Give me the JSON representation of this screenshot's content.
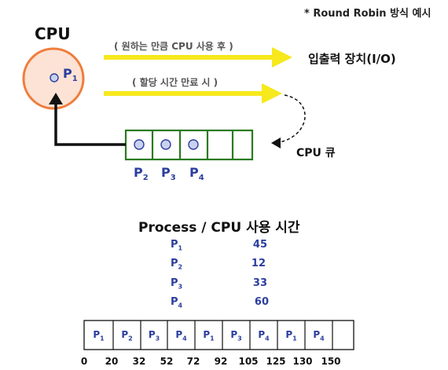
{
  "note": "* Round Robin 방식 예시",
  "cpu_label": "CPU",
  "running_process": {
    "name": "P",
    "sub": "1"
  },
  "arrow_top_label": "( 원하는 만큼 CPU 사용 후 )",
  "arrow_bottom_label": "( 할당 시간 만료 시 )",
  "io_label": "입출력 장치(I/O)",
  "queue_label": "CPU 큐",
  "queue_processes": [
    {
      "name": "P",
      "sub": "2"
    },
    {
      "name": "P",
      "sub": "3"
    },
    {
      "name": "P",
      "sub": "4"
    }
  ],
  "table_title": "Process / CPU 사용 시간",
  "process_table": [
    {
      "name": "P",
      "sub": "1",
      "time": "45"
    },
    {
      "name": "P",
      "sub": "2",
      "time": "12"
    },
    {
      "name": "P",
      "sub": "3",
      "time": "33"
    },
    {
      "name": "P",
      "sub": "4",
      "time": "60"
    }
  ],
  "gantt_cells": [
    {
      "name": "P",
      "sub": "1"
    },
    {
      "name": "P",
      "sub": "2"
    },
    {
      "name": "P",
      "sub": "3"
    },
    {
      "name": "P",
      "sub": "4"
    },
    {
      "name": "P",
      "sub": "1"
    },
    {
      "name": "P",
      "sub": "3"
    },
    {
      "name": "P",
      "sub": "4"
    },
    {
      "name": "P",
      "sub": "1"
    },
    {
      "name": "P",
      "sub": "4"
    },
    {
      "name": "",
      "sub": ""
    }
  ],
  "gantt_ticks": [
    "0",
    "20",
    "32",
    "52",
    "72",
    "92",
    "105",
    "125",
    "130",
    "150"
  ],
  "colors": {
    "cpu_fill": "#fde3d5",
    "cpu_stroke": "#f07d3b",
    "arrow": "#f7e81c",
    "queue": "#2a7a1f",
    "process_text": "#2c3e9e"
  }
}
